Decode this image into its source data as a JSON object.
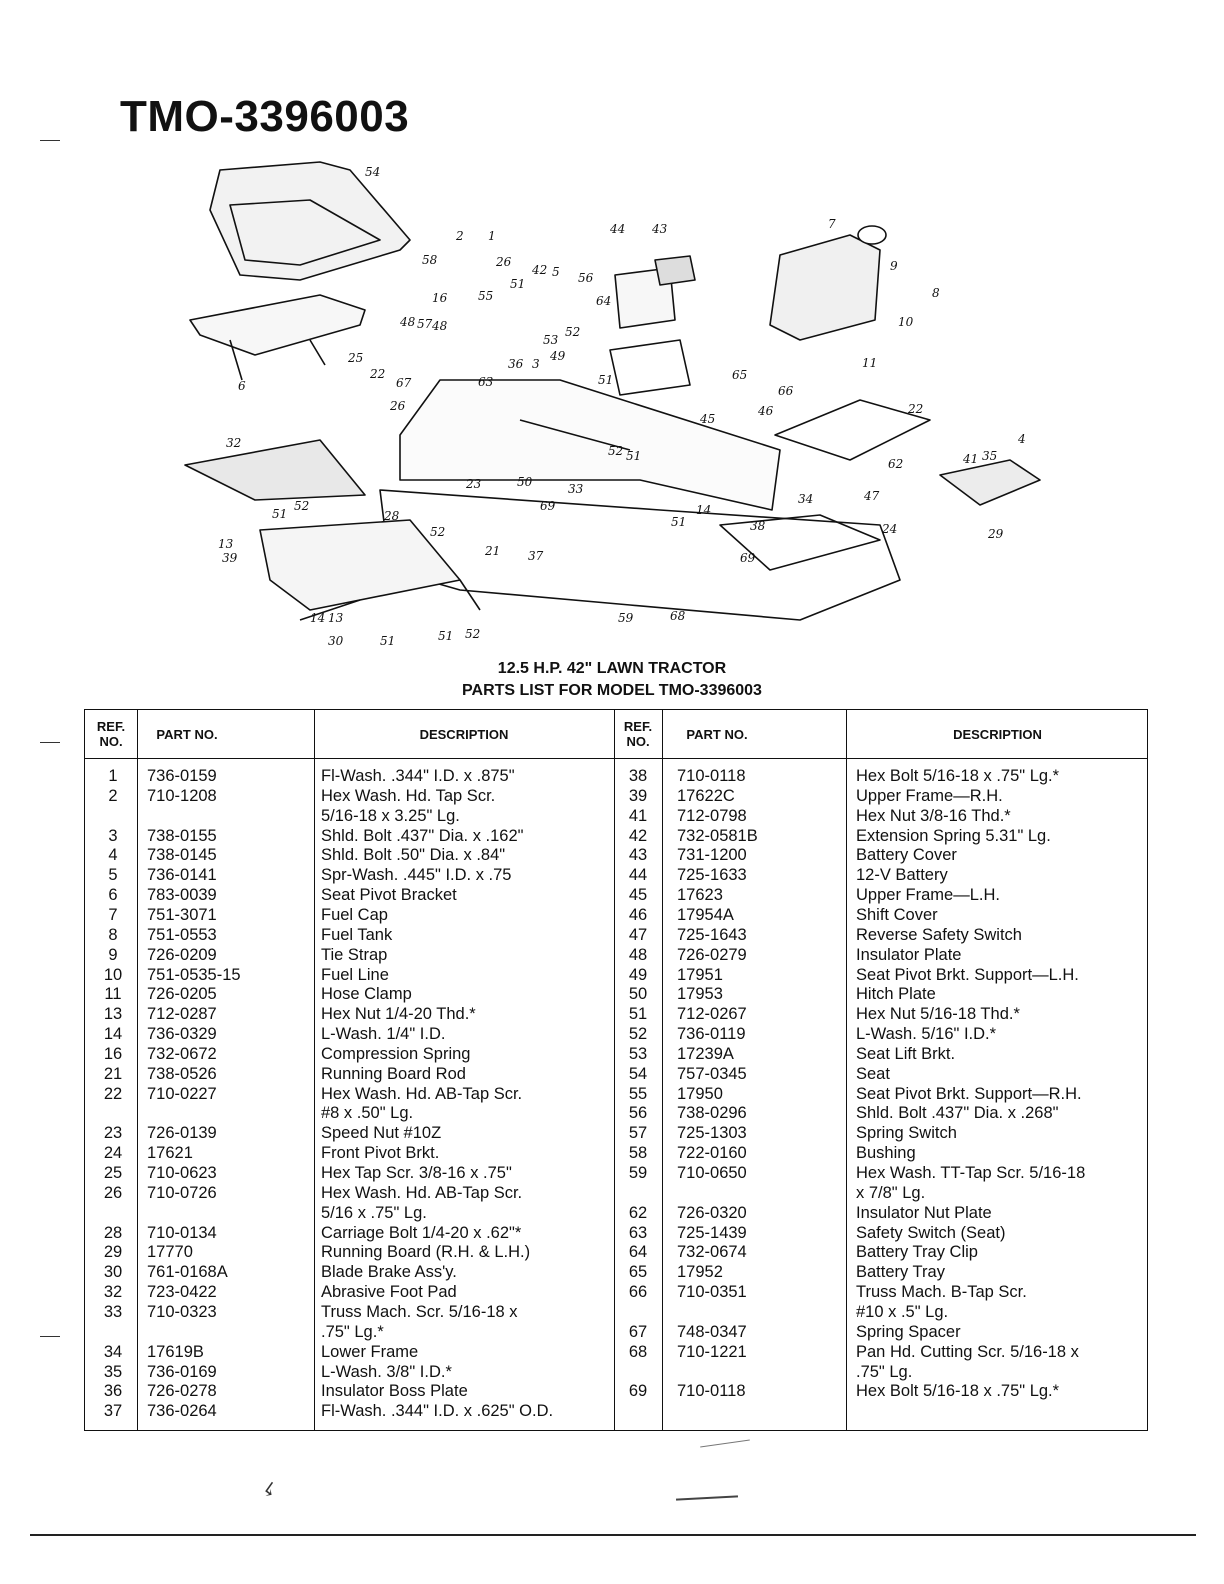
{
  "title": "TMO-3396003",
  "subtitle1": "12.5 H.P. 42\" LAWN TRACTOR",
  "subtitle2": "PARTS LIST FOR MODEL TMO-3396003",
  "headers": {
    "ref": "REF. NO.",
    "part": "PART NO.",
    "desc": "DESCRIPTION"
  },
  "diagram_callouts": [
    "54",
    "2",
    "1",
    "58",
    "26",
    "51",
    "42",
    "5",
    "56",
    "16",
    "55",
    "53",
    "52",
    "44",
    "43",
    "7",
    "9",
    "8",
    "10",
    "11",
    "48",
    "57",
    "48",
    "49",
    "25",
    "6",
    "22",
    "36",
    "3",
    "51",
    "64",
    "65",
    "67",
    "63",
    "26",
    "66",
    "46",
    "22",
    "45",
    "32",
    "52",
    "51",
    "62",
    "47",
    "41",
    "35",
    "4",
    "23",
    "50",
    "33",
    "34",
    "24",
    "29",
    "51",
    "52",
    "28",
    "69",
    "52",
    "51",
    "14",
    "13",
    "39",
    "21",
    "37",
    "69",
    "38",
    "59",
    "68",
    "14",
    "13",
    "30",
    "51",
    "51",
    "52"
  ],
  "left_rows": [
    {
      "ref": "1",
      "part": "736-0159",
      "desc": "Fl-Wash. .344\" I.D. x .875\""
    },
    {
      "ref": "2",
      "part": "710-1208",
      "desc": "Hex Wash. Hd. Tap Scr."
    },
    {
      "ref": "",
      "part": "",
      "desc": "5/16-18 x 3.25\" Lg."
    },
    {
      "ref": "3",
      "part": "738-0155",
      "desc": "Shld. Bolt .437\" Dia. x .162\""
    },
    {
      "ref": "4",
      "part": "738-0145",
      "desc": "Shld. Bolt .50\" Dia. x .84\""
    },
    {
      "ref": "5",
      "part": "736-0141",
      "desc": "Spr-Wash. .445\" I.D. x .75"
    },
    {
      "ref": "6",
      "part": "783-0039",
      "desc": "Seat Pivot Bracket"
    },
    {
      "ref": "7",
      "part": "751-3071",
      "desc": "Fuel Cap"
    },
    {
      "ref": "8",
      "part": "751-0553",
      "desc": "Fuel Tank"
    },
    {
      "ref": "9",
      "part": "726-0209",
      "desc": "Tie Strap"
    },
    {
      "ref": "10",
      "part": "751-0535-15",
      "desc": "Fuel Line"
    },
    {
      "ref": "11",
      "part": "726-0205",
      "desc": "Hose Clamp"
    },
    {
      "ref": "13",
      "part": "712-0287",
      "desc": "Hex Nut 1/4-20 Thd.*"
    },
    {
      "ref": "14",
      "part": "736-0329",
      "desc": "L-Wash. 1/4\" I.D."
    },
    {
      "ref": "16",
      "part": "732-0672",
      "desc": "Compression Spring"
    },
    {
      "ref": "21",
      "part": "738-0526",
      "desc": "Running Board Rod"
    },
    {
      "ref": "22",
      "part": "710-0227",
      "desc": "Hex Wash. Hd. AB-Tap Scr."
    },
    {
      "ref": "",
      "part": "",
      "desc": "#8 x .50\" Lg."
    },
    {
      "ref": "23",
      "part": "726-0139",
      "desc": "Speed Nut #10Z"
    },
    {
      "ref": "24",
      "part": "17621",
      "desc": "Front Pivot Brkt."
    },
    {
      "ref": "25",
      "part": "710-0623",
      "desc": "Hex Tap Scr. 3/8-16 x .75\""
    },
    {
      "ref": "26",
      "part": "710-0726",
      "desc": "Hex Wash. Hd. AB-Tap Scr."
    },
    {
      "ref": "",
      "part": "",
      "desc": "5/16 x .75\" Lg."
    },
    {
      "ref": "28",
      "part": "710-0134",
      "desc": "Carriage Bolt 1/4-20 x .62\"*"
    },
    {
      "ref": "29",
      "part": "17770",
      "desc": "Running Board (R.H. & L.H.)"
    },
    {
      "ref": "30",
      "part": "761-0168A",
      "desc": "Blade Brake Ass'y."
    },
    {
      "ref": "32",
      "part": "723-0422",
      "desc": "Abrasive Foot Pad"
    },
    {
      "ref": "33",
      "part": "710-0323",
      "desc": "Truss Mach. Scr. 5/16-18 x"
    },
    {
      "ref": "",
      "part": "",
      "desc": ".75\" Lg.*"
    },
    {
      "ref": "34",
      "part": "17619B",
      "desc": "Lower Frame"
    },
    {
      "ref": "35",
      "part": "736-0169",
      "desc": "L-Wash. 3/8\" I.D.*"
    },
    {
      "ref": "36",
      "part": "726-0278",
      "desc": "Insulator Boss Plate"
    },
    {
      "ref": "37",
      "part": "736-0264",
      "desc": "Fl-Wash. .344\" I.D. x .625\" O.D."
    }
  ],
  "right_rows": [
    {
      "ref": "38",
      "part": "710-0118",
      "desc": "Hex Bolt 5/16-18 x .75\" Lg.*"
    },
    {
      "ref": "39",
      "part": "17622C",
      "desc": "Upper Frame—R.H."
    },
    {
      "ref": "41",
      "part": "712-0798",
      "desc": "Hex Nut 3/8-16 Thd.*"
    },
    {
      "ref": "42",
      "part": "732-0581B",
      "desc": "Extension Spring 5.31\" Lg."
    },
    {
      "ref": "43",
      "part": "731-1200",
      "desc": "Battery Cover"
    },
    {
      "ref": "44",
      "part": "725-1633",
      "desc": "12-V Battery"
    },
    {
      "ref": "45",
      "part": "17623",
      "desc": "Upper Frame—L.H."
    },
    {
      "ref": "46",
      "part": "17954A",
      "desc": "Shift Cover"
    },
    {
      "ref": "47",
      "part": "725-1643",
      "desc": "Reverse Safety Switch"
    },
    {
      "ref": "48",
      "part": "726-0279",
      "desc": "Insulator Plate"
    },
    {
      "ref": "49",
      "part": "17951",
      "desc": "Seat Pivot Brkt. Support—L.H."
    },
    {
      "ref": "50",
      "part": "17953",
      "desc": "Hitch Plate"
    },
    {
      "ref": "51",
      "part": "712-0267",
      "desc": "Hex Nut 5/16-18 Thd.*"
    },
    {
      "ref": "52",
      "part": "736-0119",
      "desc": "L-Wash. 5/16\" I.D.*"
    },
    {
      "ref": "53",
      "part": "17239A",
      "desc": "Seat Lift Brkt."
    },
    {
      "ref": "54",
      "part": "757-0345",
      "desc": "Seat"
    },
    {
      "ref": "55",
      "part": "17950",
      "desc": "Seat Pivot Brkt. Support—R.H."
    },
    {
      "ref": "56",
      "part": "738-0296",
      "desc": "Shld. Bolt .437\" Dia. x .268\""
    },
    {
      "ref": "57",
      "part": "725-1303",
      "desc": "Spring Switch"
    },
    {
      "ref": "58",
      "part": "722-0160",
      "desc": "Bushing"
    },
    {
      "ref": "59",
      "part": "710-0650",
      "desc": "Hex Wash. TT-Tap Scr. 5/16-18"
    },
    {
      "ref": "",
      "part": "",
      "desc": "x 7/8\" Lg."
    },
    {
      "ref": "62",
      "part": "726-0320",
      "desc": "Insulator Nut Plate"
    },
    {
      "ref": "63",
      "part": "725-1439",
      "desc": "Safety Switch (Seat)"
    },
    {
      "ref": "64",
      "part": "732-0674",
      "desc": "Battery Tray Clip"
    },
    {
      "ref": "65",
      "part": "17952",
      "desc": "Battery Tray"
    },
    {
      "ref": "66",
      "part": "710-0351",
      "desc": "Truss Mach. B-Tap Scr."
    },
    {
      "ref": "",
      "part": "",
      "desc": "#10 x .5\" Lg."
    },
    {
      "ref": "67",
      "part": "748-0347",
      "desc": "Spring Spacer"
    },
    {
      "ref": "68",
      "part": "710-1221",
      "desc": "Pan Hd. Cutting Scr. 5/16-18 x"
    },
    {
      "ref": "",
      "part": "",
      "desc": ".75\" Lg."
    },
    {
      "ref": "69",
      "part": "710-0118",
      "desc": "Hex Bolt 5/16-18 x .75\" Lg.*"
    }
  ]
}
